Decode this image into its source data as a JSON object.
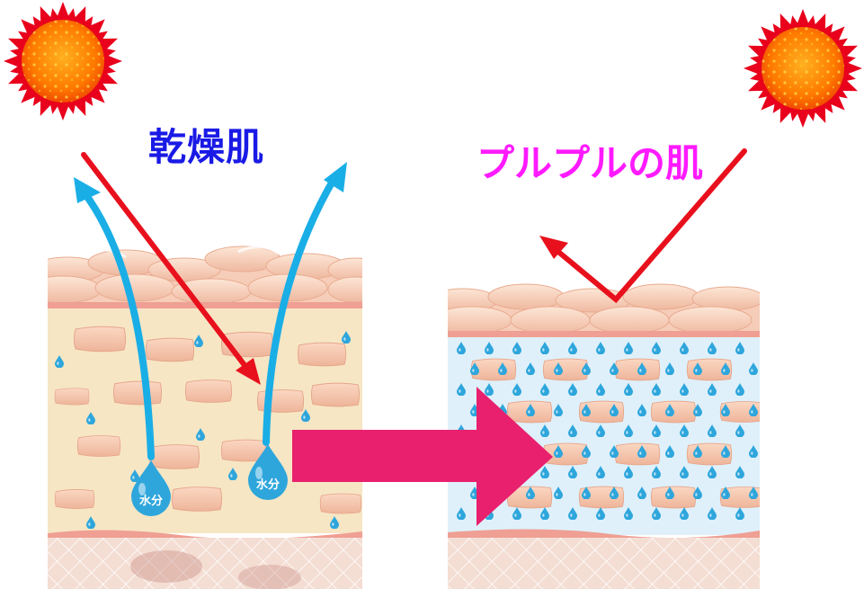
{
  "labels": {
    "dry_skin": "乾燥肌",
    "plump_skin": "プルプルの肌",
    "moisture": "水分"
  },
  "colors": {
    "dry_text": "#1a1ae6",
    "plump_text": "#ff1aff",
    "sun": "#ff6a00",
    "sun_rays": "#e8001c",
    "uv_arrow": "#e8101c",
    "moisture_arrow": "#1aaee6",
    "transition_arrow": "#e8206e",
    "dermis_dry": "#f6e6c4",
    "dermis_hydrated": "#dff0fa",
    "skin_cells": "#f3c2a8"
  },
  "icons": [
    "sun-icon",
    "water-drop-icon",
    "arrow-icon"
  ]
}
